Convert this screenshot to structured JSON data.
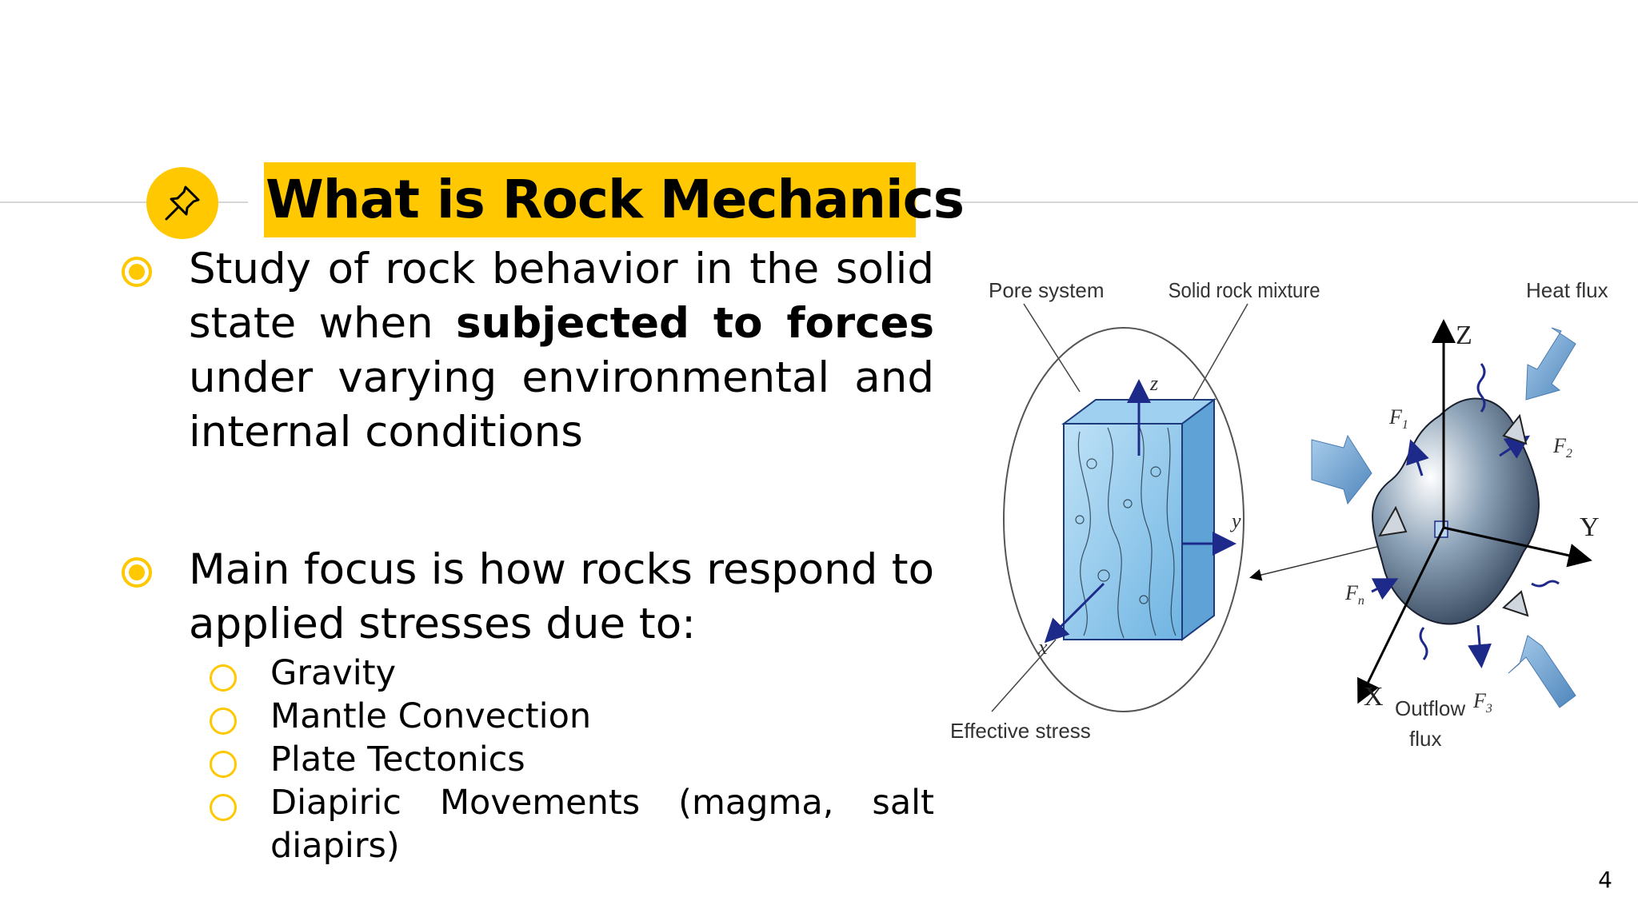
{
  "slide": {
    "title": "What is Rock Mechanics",
    "page_number": "4",
    "icon": "pushpin-icon",
    "accent_color": "#ffc800"
  },
  "bullets": [
    {
      "parts": [
        "Study of rock behavior in the solid state when ",
        "subjected to forces",
        " under varying environmental and internal conditions"
      ]
    },
    {
      "text": "Main focus is how rocks respond to applied stresses due to:",
      "sub_items": [
        "Gravity",
        "Mantle Convection",
        "Plate Tectonics",
        "Diapiric Movements (magma, salt diapirs)"
      ]
    }
  ],
  "figure": {
    "labels": {
      "pore_system": "Pore system",
      "solid_rock_mixture": "Solid rock mixture",
      "heat_flux": "Heat flux",
      "effective_stress": "Effective stress",
      "outflow_flux_1": "Outflow",
      "outflow_flux_2": "flux",
      "axis_z_small": "z",
      "axis_y_small": "y",
      "axis_x_small": "x",
      "axis_Z": "Z",
      "axis_Y": "Y",
      "axis_X": "X",
      "f1": "F",
      "f1_sub": "1",
      "f2": "F",
      "f2_sub": "2",
      "f3": "F",
      "f3_sub": "3",
      "fn": "F",
      "fn_sub": "n"
    }
  }
}
